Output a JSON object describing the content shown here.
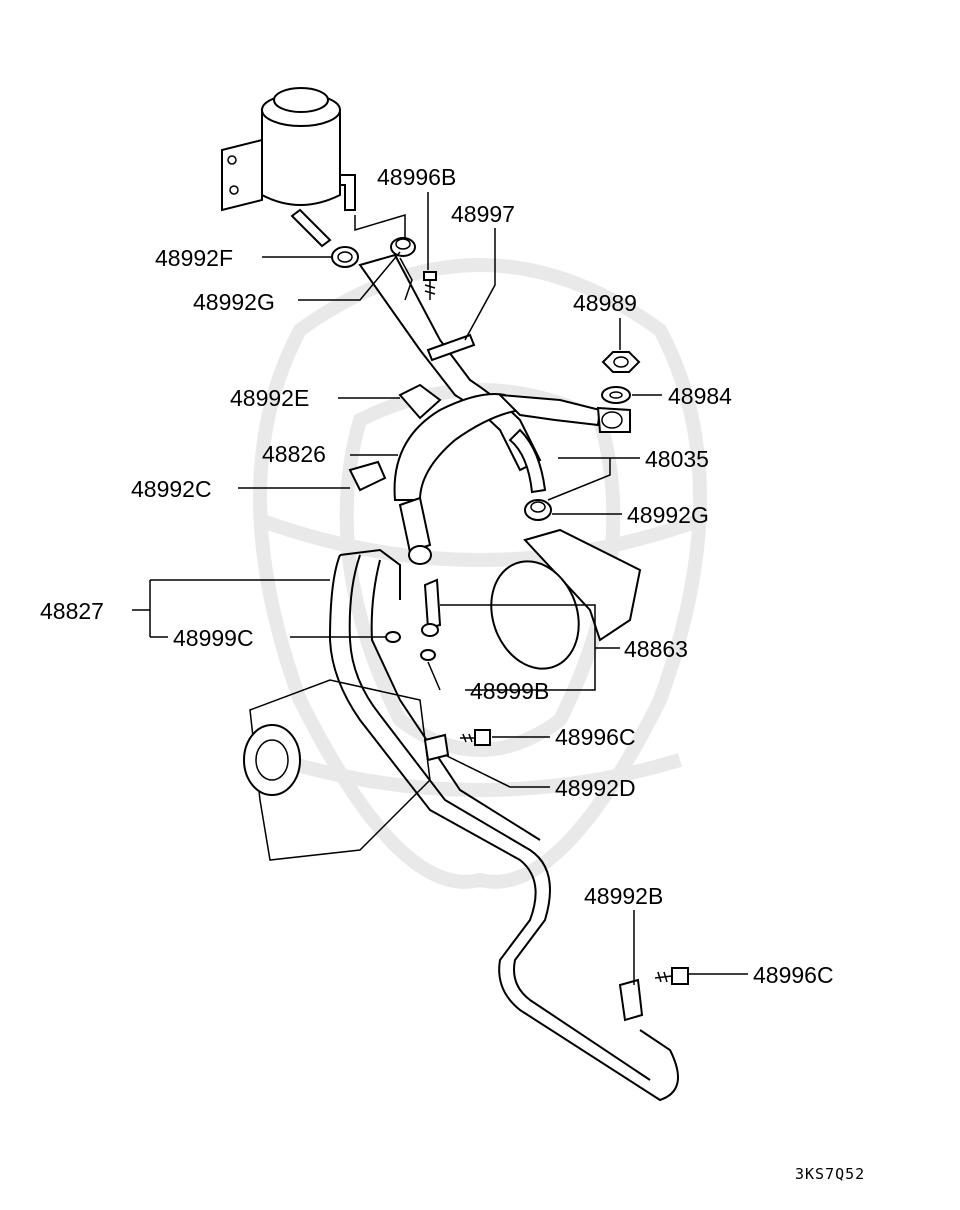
{
  "diagram": {
    "labels": {
      "p48996B": "48996B",
      "p48997": "48997",
      "p48992F": "48992F",
      "p48992G_top": "48992G",
      "p48989": "48989",
      "p48984": "48984",
      "p48992E": "48992E",
      "p48826": "48826",
      "p48035": "48035",
      "p48992C": "48992C",
      "p48992G_mid": "48992G",
      "p48827": "48827",
      "p48999C": "48999C",
      "p48863": "48863",
      "p48999B": "48999B",
      "p48996C_mid": "48996C",
      "p48992D": "48992D",
      "p48992B": "48992B",
      "p48996C_low": "48996C"
    },
    "diagram_code": "3KS7Q52"
  }
}
